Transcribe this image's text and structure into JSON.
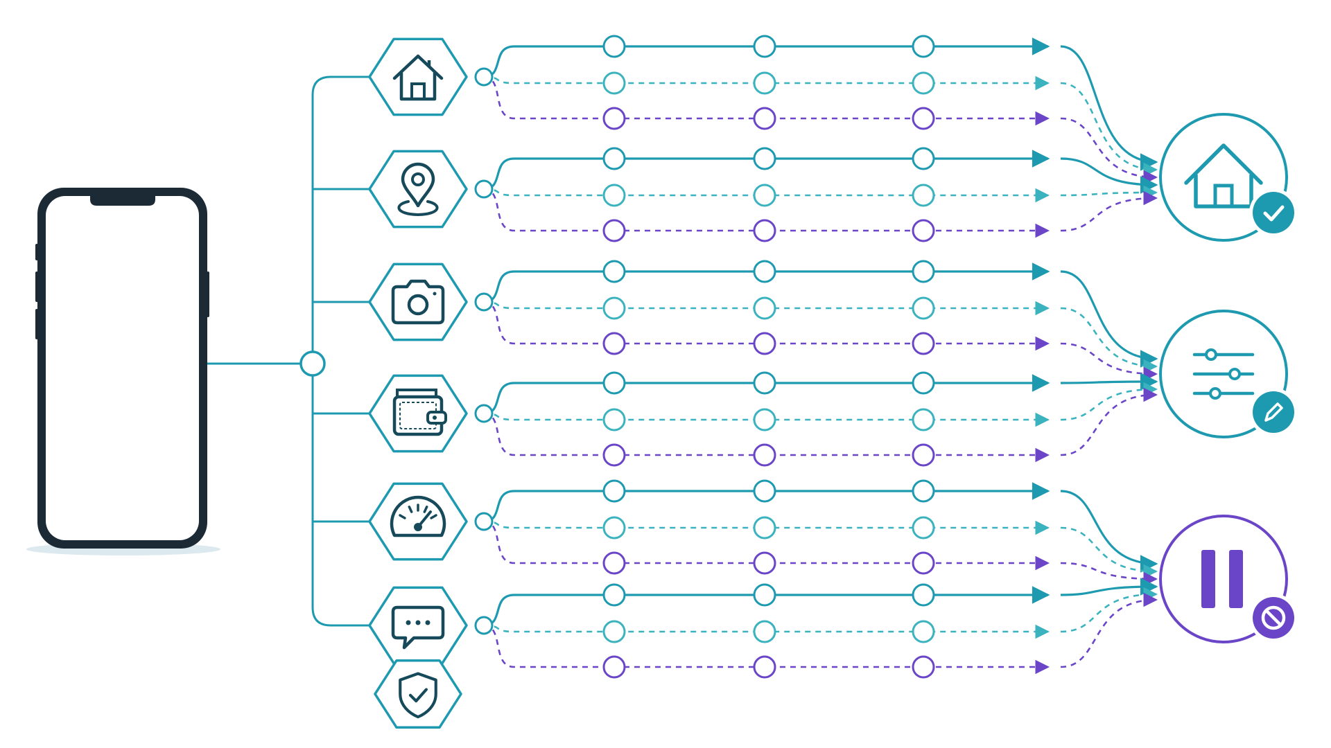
{
  "colors": {
    "teal": "#1E9AB0",
    "teal_dark": "#1A7E92",
    "teal_light": "#3BB3BF",
    "purple": "#6A45C8",
    "ink": "#16495A",
    "phone_frame": "#1C2A36",
    "phone_shadow": "#DCE9EE",
    "background": "#FFFFFF"
  },
  "source": {
    "icon": "smartphone-icon"
  },
  "categories": [
    {
      "id": "home",
      "icon": "house-icon"
    },
    {
      "id": "location",
      "icon": "location-pin-icon"
    },
    {
      "id": "camera",
      "icon": "camera-icon"
    },
    {
      "id": "wallet",
      "icon": "wallet-icon"
    },
    {
      "id": "performance",
      "icon": "speedometer-icon"
    },
    {
      "id": "messages",
      "icon": "chat-bubble-icon"
    },
    {
      "id": "security",
      "icon": "shield-check-icon"
    }
  ],
  "line_styles": [
    {
      "style": "solid",
      "color": "teal"
    },
    {
      "style": "dashed",
      "color": "teal_light"
    },
    {
      "style": "dashed",
      "color": "purple"
    }
  ],
  "outcomes": [
    {
      "id": "allowed",
      "icon": "house-icon",
      "badge": "checkmark-icon",
      "color": "teal"
    },
    {
      "id": "adjust",
      "icon": "sliders-icon",
      "badge": "pencil-icon",
      "color": "teal"
    },
    {
      "id": "paused",
      "icon": "pause-icon",
      "badge": "blocked-icon",
      "color": "purple"
    }
  ],
  "routing": [
    {
      "from": "home",
      "to": [
        "allowed",
        "allowed",
        "allowed"
      ]
    },
    {
      "from": "location",
      "to": [
        "allowed",
        "allowed",
        "allowed"
      ]
    },
    {
      "from": "camera",
      "to": [
        "adjust",
        "adjust",
        "adjust"
      ]
    },
    {
      "from": "wallet",
      "to": [
        "adjust",
        "adjust",
        "adjust"
      ]
    },
    {
      "from": "performance",
      "to": [
        "paused",
        "paused",
        "paused"
      ]
    },
    {
      "from": "messages",
      "to": [
        "paused",
        "paused",
        "paused"
      ]
    }
  ]
}
